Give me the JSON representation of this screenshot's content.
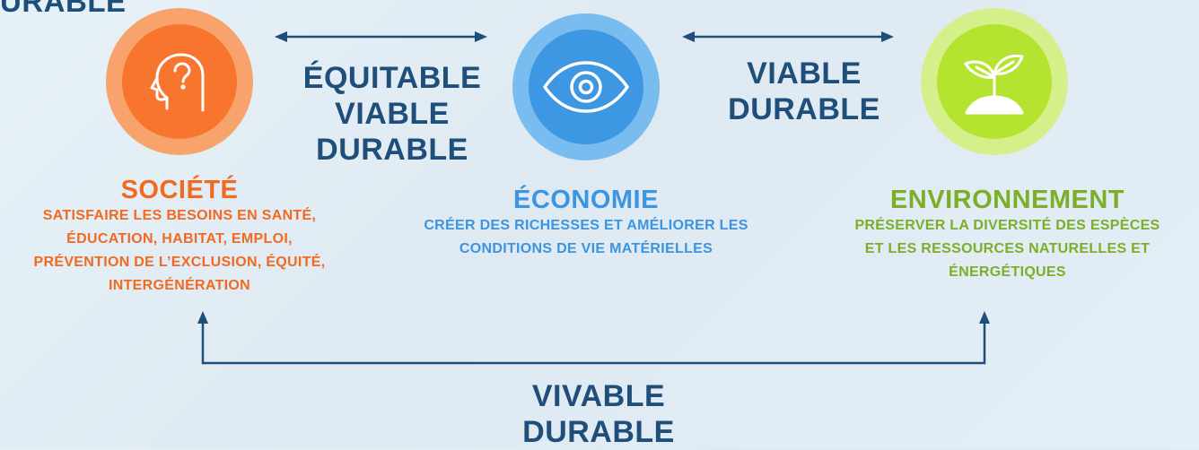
{
  "corner_label": "URABLE",
  "links": {
    "societe_economie": [
      "ÉQUITABLE",
      "VIABLE",
      "DURABLE"
    ],
    "economie_environnement": [
      "VIABLE",
      "DURABLE"
    ],
    "societe_environnement": [
      "VIVABLE",
      "DURABLE"
    ]
  },
  "pillars": {
    "societe": {
      "title": "SOCIÉTÉ",
      "icon": "head-question-icon",
      "description": [
        "SATISFAIRE LES BESOINS EN SANTÉ,",
        "ÉDUCATION, HABITAT, EMPLOI,",
        "PRÉVENTION DE L’EXCLUSION, ÉQUITÉ,",
        "INTERGÉNÉRATION"
      ]
    },
    "economie": {
      "title": "ÉCONOMIE",
      "icon": "eye-icon",
      "description": [
        "CRÉER DES RICHESSES ET AMÉLIORER LES",
        "CONDITIONS DE VIE MATÉRIELLES"
      ]
    },
    "environnement": {
      "title": "ENVIRONNEMENT",
      "icon": "sprout-icon",
      "description": [
        "PRÉSERVER LA DIVERSITÉ DES ESPÈCES",
        "ET LES RESSOURCES NATURELLES ET",
        "ÉNERGÉTIQUES"
      ]
    }
  },
  "colors": {
    "societe": "#f7752e",
    "economie": "#3d97e3",
    "environnement": "#b4e430",
    "connector": "#1e4e79"
  }
}
